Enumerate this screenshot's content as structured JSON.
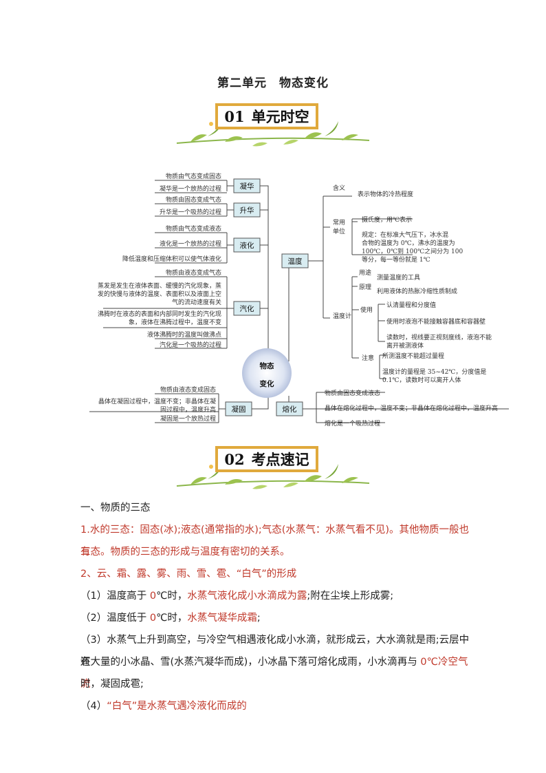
{
  "doc": {
    "title": "第二单元　物态变化"
  },
  "banner1": {
    "num": "01",
    "text": "单元时空"
  },
  "banner2": {
    "num": "02",
    "text": "考点速记"
  },
  "mindmap": {
    "center": [
      "物态",
      "变化"
    ],
    "left": {
      "ninghua": {
        "label": "凝华",
        "items": [
          "物质由气态变成固态",
          "凝华是一个放热的过程"
        ]
      },
      "shenghua": {
        "label": "升华",
        "items": [
          "物质由固态变成气态",
          "升华是一个吸热的过程"
        ]
      },
      "yehua": {
        "label": "液化",
        "items": [
          "物质由气态变成液态",
          "液化是一个放热的过程",
          "降低温度和压缩体积可以使气体液化"
        ]
      },
      "qihua": {
        "label": "汽化",
        "items": [
          "物质由液态变成气态",
          [
            "蒸发是发生在液体表面、缓慢的汽化现象，蒸",
            "发的快慢与液体的温度、表面积以及液面上空",
            "气的流动速度有关"
          ],
          [
            "沸腾时在液态的表面和内部同时发生的汽化现",
            "象，液体在沸腾过程中，温度不变"
          ],
          "液体沸腾时的温度叫做沸点",
          "汽化是一个吸热的过程"
        ]
      },
      "ninggu": {
        "label": "凝固",
        "items": [
          "物质由液态变成固态",
          [
            "晶体在凝固过程中，温度不变；非晶体在凝",
            "固过程中，温度升高"
          ],
          "凝固是一个放热过程"
        ]
      }
    },
    "right": {
      "wendu": {
        "label": "温度",
        "hanyi": {
          "label": "含义",
          "text": "表示物体的冷热程度"
        },
        "danwei": {
          "label": [
            "常用",
            "单位"
          ],
          "items": [
            "摄氏度，用℃表示",
            [
              "规定：在标准大气压下，冰水混",
              "合物的温度为 0℃，沸水的温度为",
              "100℃，0℃到 100℃之间分为 100",
              "等分，每一等份就是 1℃"
            ]
          ]
        },
        "wenduji": {
          "label": "温度计",
          "yongtu": {
            "label": "用途",
            "text": "测量温度的工具"
          },
          "yuanli": {
            "label": "原理",
            "text": "利用液体的热胀冷缩性质制成"
          },
          "shiyong": {
            "label": "使用",
            "items": [
              "认清量程和分度值",
              "使用时液泡不能接触容器底和容器壁",
              [
                "读数时，视线要正视刻度线，液泡不能",
                "离开被测液体"
              ]
            ]
          },
          "zhuyi": {
            "label": "注意",
            "items": [
              "所测温度不能超过量程",
              [
                "温度计的量程是 35~42℃，分度值是",
                "0.1℃，读数时可以离开人体"
              ]
            ]
          }
        }
      },
      "ronghua": {
        "label": "熔化",
        "items": [
          "物质由固态变成液态",
          "晶体在熔化过程中，温度不变；非晶体在熔化过程中，温度升高",
          "熔化是一个吸热过程"
        ]
      }
    }
  },
  "notes": {
    "section1": "一、物质的三态",
    "p1a_1": "1.",
    "p1a_2": "水的三态：固态(冰);液态(通常指的水);气态(水蒸气：水蒸气看不见)。其他物质一般也有",
    "p1b": "三态。物质的三态的形成与温度有密切的关系。",
    "p2": "2、云、霜、露、雾、雨、雪、雹、“白气”的形成",
    "q1_a": "（1）温度高于 ",
    "q1_b": "0",
    "q1_c": "℃时，",
    "q1_d": "水蒸气液化成小水滴成为露",
    "q1_e": ";附在尘埃上形成雾;",
    "q2_a": "（2）温度低于 ",
    "q2_b": "0",
    "q2_c": "℃时，",
    "q2_d": "水蒸气凝华成霜",
    "q2_e": ";",
    "q3a": "（3）水蒸气上升到高空，与冷空气相遇液化成小水滴，就形成云，大水滴就是雨;云层中还",
    "q3b_1": "有大量的小冰晶、雪(水蒸汽凝华而成)，小冰晶下落可熔化成雨，小水滴再与 ",
    "q3b_2": "0",
    "q3b_3": "℃冷空气流",
    "q3c": "时，凝固成雹;",
    "q4_a": "（4）",
    "q4_b": "“白气”是水蒸气遇冷液化而成的"
  }
}
